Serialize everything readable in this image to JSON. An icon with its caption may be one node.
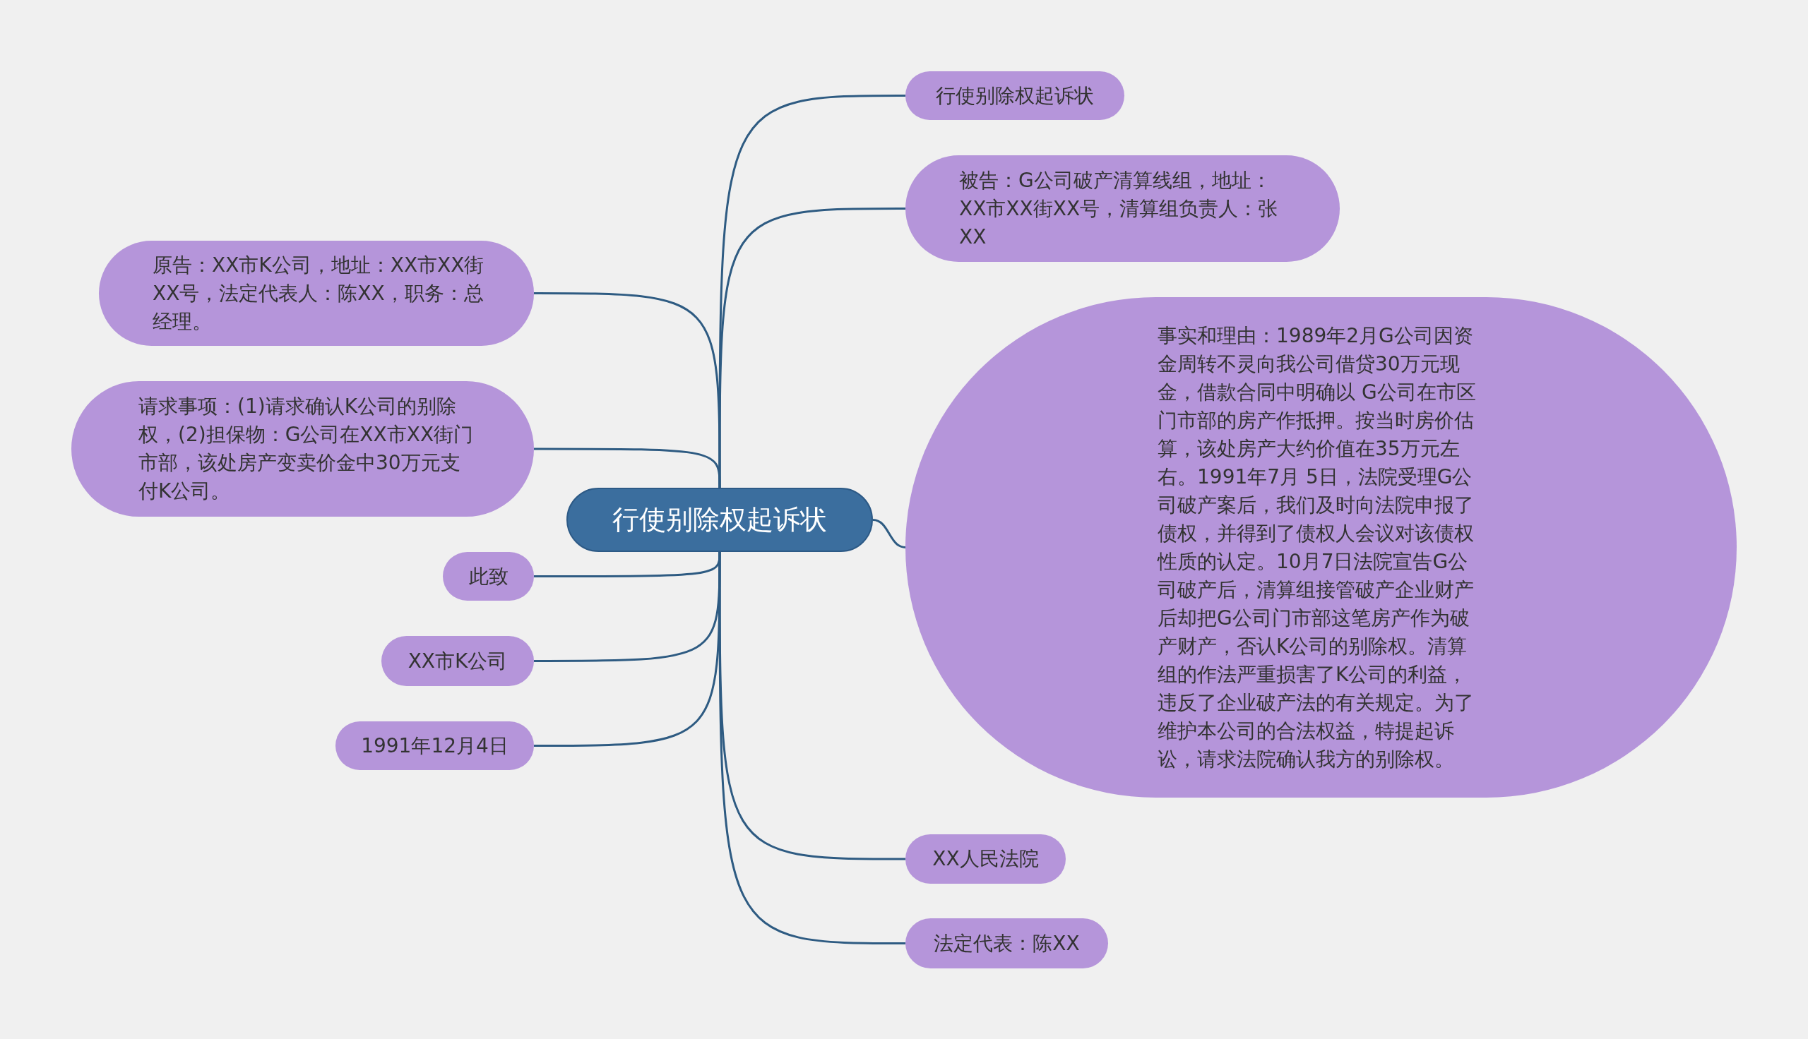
{
  "diagram": {
    "nodes": [
      {
        "text": [
          "行使别除权起诉状"
        ]
      },
      {
        "text": [
          "行使别除权起诉状"
        ]
      },
      {
        "text": [
          "被告：G公司破产清算线组，地址：XX市XX街XX号，清算组负责人：张XX"
        ]
      },
      {
        "text": [
          "原告：XX市K公司，地址：XX市XX街XX号，法定代表人：陈XX，职务：总经理。"
        ]
      },
      {
        "text": [
          "请求事项：(1)请求确认K公司的别除权，(2)担保物：G公司在XX市XX街门市部，该处房产变卖价金中30万元支付K公司。"
        ]
      },
      {
        "text": [
          "事实和理由：1989年2月G公司因资金周转不灵向我公司借贷30万元现金，借款合同中明确以 G公司在市区门市部的房产作抵押。按当时房价估算，该处房产大约价值在35万元左右。1991年7月 5日，法院受理G公司破产案后，我们及时向法院申报了债权，并得到了债权人会议对该债权性质的认定。10月7日法院宣告G公司破产后，清算组接管破产企业财产后却把G公司门市部这笔房产作为破产财产，否认K公司的别除权。清算组的作法严重损害了K公司的利益，违反了企业破产法的有关规定。为了维护本公司的合法权益，特提起诉讼，请求法院确认我方的别除权。"
        ]
      },
      {
        "text": [
          "此致"
        ]
      },
      {
        "text": [
          "XX市K公司"
        ]
      },
      {
        "text": [
          "1991年12月4日"
        ]
      },
      {
        "text": [
          "XX人民法院"
        ]
      },
      {
        "text": [
          "法定代表：陈XX"
        ]
      }
    ],
    "edges": [
      {
        "from": 0,
        "to": 1,
        "arrow": "none"
      },
      {
        "from": 0,
        "to": 2,
        "arrow": "none"
      },
      {
        "from": 0,
        "to": 3,
        "arrow": "none"
      },
      {
        "from": 0,
        "to": 4,
        "arrow": "none"
      },
      {
        "from": 0,
        "to": 5,
        "arrow": "none"
      },
      {
        "from": 0,
        "to": 6,
        "arrow": "none"
      },
      {
        "from": 0,
        "to": 7,
        "arrow": "none"
      },
      {
        "from": 0,
        "to": 8,
        "arrow": "none"
      },
      {
        "from": 0,
        "to": 9,
        "arrow": "none"
      },
      {
        "from": 0,
        "to": 10,
        "arrow": "none"
      }
    ]
  }
}
